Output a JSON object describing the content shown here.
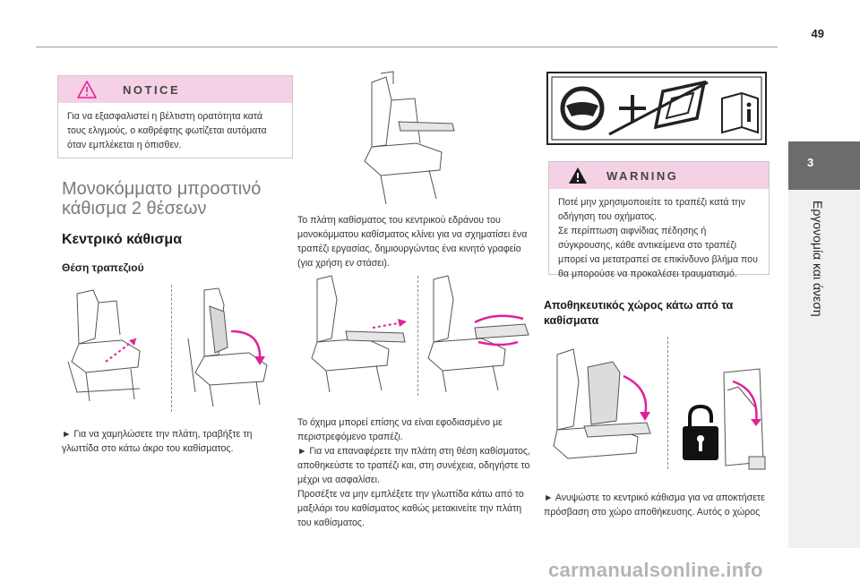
{
  "page": {
    "number": "49"
  },
  "side_tab": {
    "chapter": "3",
    "label": "Εργονομία και άνεση"
  },
  "notice": {
    "title": "NOTICE",
    "text": "Για να εξασφαλιστεί η βέλτιστη ορατότητα κατά τους ελιγμούς, ο καθρέφτης φωτίζεται αυτόματα όταν εμπλέκεται η όπισθεν."
  },
  "section": {
    "title": "Μονοκόμματο μπροστινό κάθισμα 2 θέσεων",
    "subtitle": "Κεντρικό κάθισμα",
    "table_position": "Θέση τραπεζιού"
  },
  "col1": {
    "step_text": "► Για να χαμηλώσετε την πλάτη, τραβήξτε τη γλωττίδα στο κάτω άκρο του καθίσματος."
  },
  "col2": {
    "desc": "Το πλάτη καθίσματος του κεντρικού εδράνου του μονοκόμματου καθίσματος κλίνει για να σχηματίσει ένα τραπέζι εργασίας, δημιουργώντας ένα κινητό γραφείο (για χρήση εν στάσει).",
    "body": "Το όχημα μπορεί επίσης να είναι εφοδιασμένο με περιστρεφόμενο τραπέζι.\n► Για να επαναφέρετε την πλάτη στη θέση καθίσματος, αποθηκεύστε το τραπέζι και, στη συνέχεια, οδηγήστε το μέχρι να ασφαλίσει.\nΠροσέξτε να μην εμπλέξετε την γλωττίδα κάτω από το μαξιλάρι του καθίσματος καθώς μετακινείτε την πλάτη του καθίσματος."
  },
  "warning": {
    "title": "WARNING",
    "text": "Ποτέ μην χρησιμοποιείτε το τραπέζι κατά την οδήγηση του οχήματος.\nΣε περίπτωση αιφνίδιας πέδησης ή σύγκρουσης, κάθε αντικείμενα στο τραπέζι μπορεί να μετατραπεί σε επικίνδυνο βλήμα που θα μπορούσε να προκαλέσει τραυματισμό."
  },
  "storage": {
    "title": "Αποθηκευτικός χώρος κάτω από τα καθίσματα",
    "text": "► Ανυψώστε το κεντρικό κάθισμα για να αποκτήσετε πρόσβαση στο χώρο αποθήκευσης. Αυτός ο χώρος"
  },
  "watermark": "carmanualsonline.info",
  "colors": {
    "accent_pink": "#f5d1e6",
    "arrow_magenta": "#e0219a",
    "tab_gray": "#6c6c6c"
  },
  "icons": [
    "warning-triangle-icon",
    "steering-wheel-icon",
    "plus-icon",
    "table-icon",
    "manual-info-icon",
    "padlock-icon"
  ]
}
